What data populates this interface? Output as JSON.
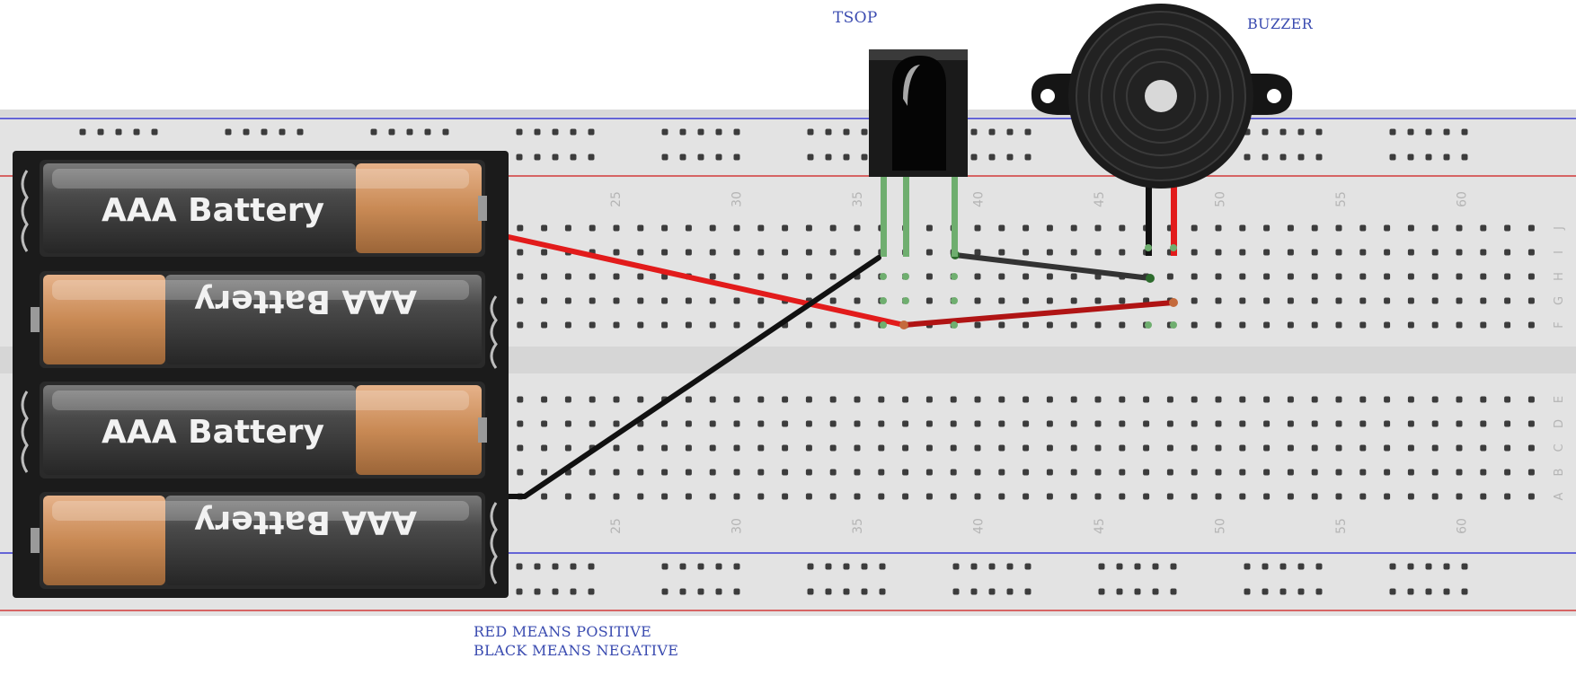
{
  "labels": {
    "tsop": "TSOP",
    "buzzer": "BUZZER",
    "legend_red": "RED MEANS POSITIVE",
    "legend_black": "BLACK MEANS NEGATIVE"
  },
  "battery": {
    "cell_label": "AAA Battery",
    "cells": 4
  },
  "breadboard": {
    "column_numbers": [
      "25",
      "30",
      "35",
      "40",
      "45",
      "50",
      "55",
      "60"
    ],
    "row_letters_top": [
      "J",
      "I",
      "H",
      "G",
      "F"
    ],
    "row_letters_bottom": [
      "E",
      "D",
      "C",
      "B",
      "A"
    ]
  },
  "components": {
    "tsop": "TSOP",
    "buzzer": "BUZZER"
  },
  "wires": {
    "positive_color": "#e21b1b",
    "negative_color": "#111111"
  },
  "colors": {
    "label_blue": "#3a4bb0",
    "board": "#e3e3e3",
    "rail_red": "#d23a3a",
    "rail_blue": "#3a3ad2"
  }
}
